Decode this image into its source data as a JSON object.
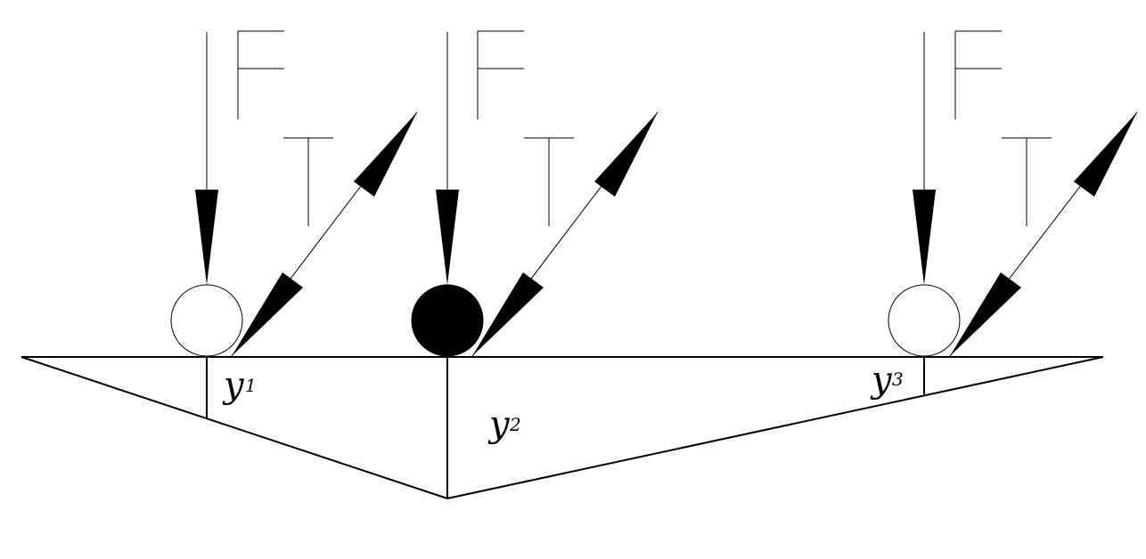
{
  "colors": {
    "ink": "#000000",
    "background": "#ffffff"
  },
  "labels": {
    "y1": {
      "base": "y",
      "sub": "1"
    },
    "y2": {
      "base": "y",
      "sub": "2"
    },
    "y3": {
      "base": "y",
      "sub": "3"
    }
  }
}
